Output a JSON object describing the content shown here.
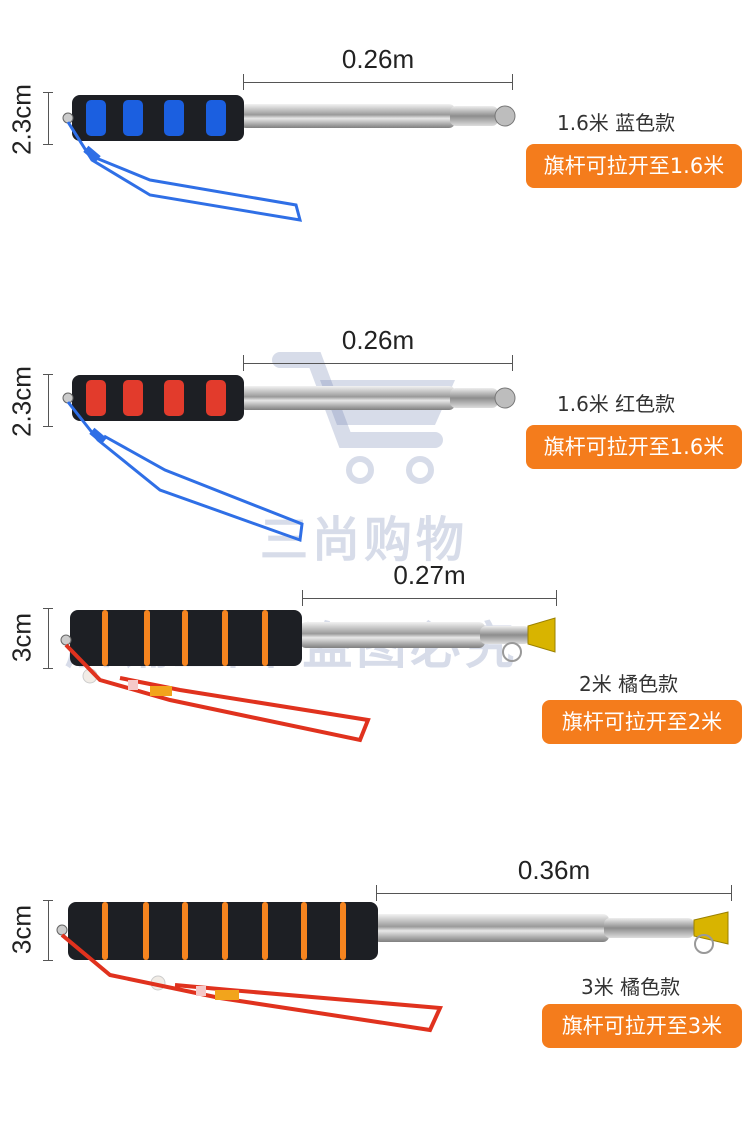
{
  "products": [
    {
      "length_label": "0.26m",
      "diameter_label": "2.3cm",
      "model_label": "1.6米  蓝色款",
      "extend_label": "旗杆可拉开至1.6米",
      "accent_color": "#1b5fe0",
      "lanyard_color": "#2f6fe6"
    },
    {
      "length_label": "0.26m",
      "diameter_label": "2.3cm",
      "model_label": "1.6米  红色款",
      "extend_label": "旗杆可拉开至1.6米",
      "accent_color": "#e23b2c",
      "lanyard_color": "#2f6fe6"
    },
    {
      "length_label": "0.27m",
      "diameter_label": "3cm",
      "model_label": "2米  橘色款",
      "extend_label": "旗杆可拉开至2米",
      "accent_color": "#f5841f",
      "lanyard_color": "#e0321e"
    },
    {
      "length_label": "0.36m",
      "diameter_label": "3cm",
      "model_label": "3米  橘色款",
      "extend_label": "旗杆可拉开至3米",
      "accent_color": "#f5841f",
      "lanyard_color": "#e0321e"
    }
  ],
  "watermarks": {
    "shop_name": "三尚购物",
    "warning": "店铺主图 盗图必究"
  }
}
